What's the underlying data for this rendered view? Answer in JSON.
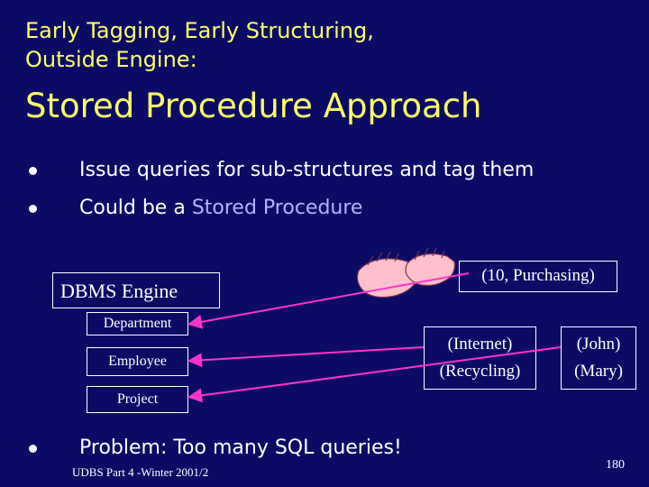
{
  "slide": {
    "title_small": "Early Tagging, Early Structuring,\nOutside Engine:",
    "title_big": "Stored Procedure Approach",
    "bullets": [
      {
        "text": "Issue queries for sub-structures and tag them"
      },
      {
        "prefix": "Could be a ",
        "highlight": "Stored Procedure"
      }
    ],
    "bottom_bullet": "Problem: Too many SQL queries!",
    "footer": "UDBS Part 4 -Winter 2001/2",
    "page_number": "180"
  },
  "diagram": {
    "engine_label": "DBMS Engine",
    "tables": [
      "Department",
      "Employee",
      "Project"
    ],
    "result_top": "(10, Purchasing)",
    "result_mid": [
      "(Internet)",
      "(Recycling)"
    ],
    "result_right": [
      "(John)",
      "(Mary)"
    ]
  },
  "colors": {
    "background": "#0b0b66",
    "title": "#ffff66",
    "highlight": "#b3b3ff",
    "arrow": "#ff33cc",
    "hands": "#ffc0cb"
  },
  "icons": [
    "hands-icon"
  ]
}
